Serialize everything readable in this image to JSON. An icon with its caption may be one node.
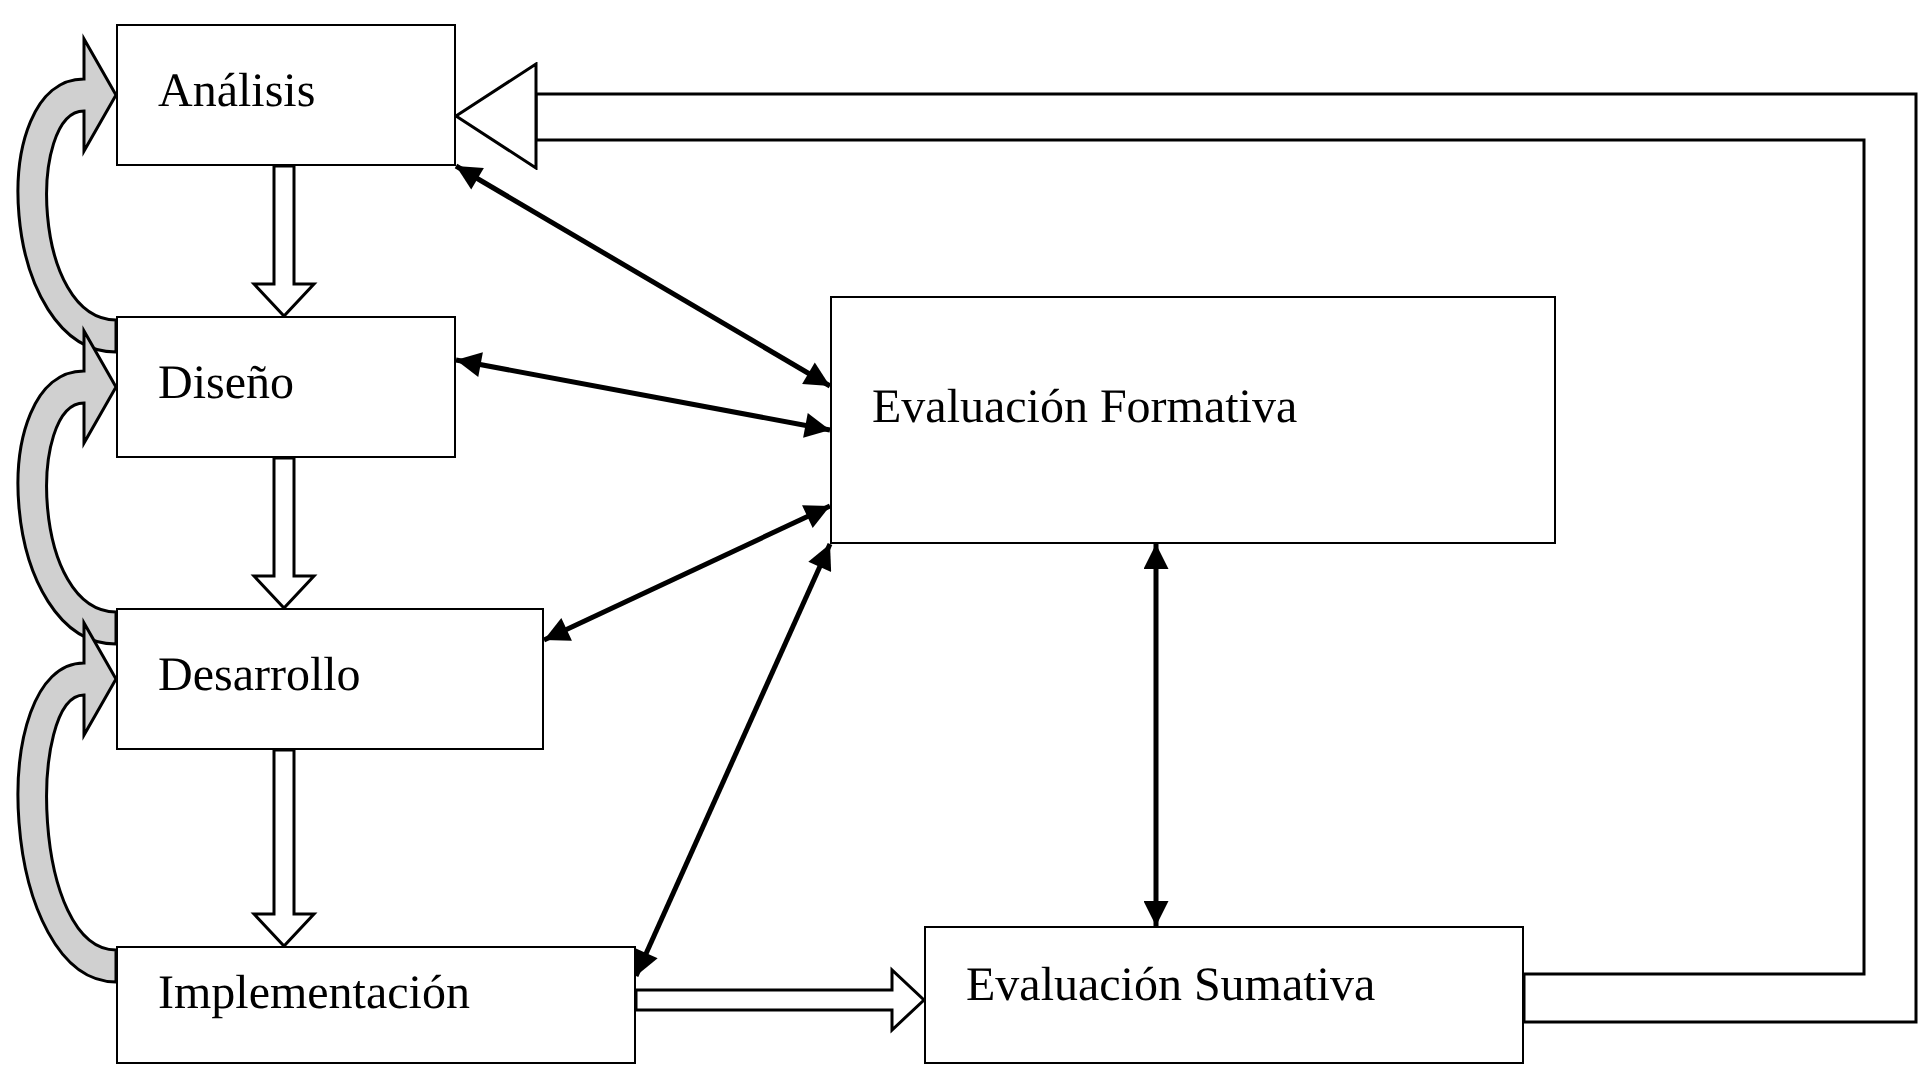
{
  "diagram": {
    "nodes": [
      {
        "text": [
          "Análisis"
        ]
      },
      {
        "text": [
          "Diseño"
        ]
      },
      {
        "text": [
          "Evaluación Formativa"
        ]
      },
      {
        "text": [
          "Desarrollo"
        ]
      },
      {
        "text": [
          "Implementación"
        ]
      },
      {
        "text": [
          "Evaluación Sumativa"
        ]
      }
    ],
    "edges": [
      {
        "from": 0,
        "to": 1,
        "arrow": "to"
      },
      {
        "from": 1,
        "to": 3,
        "arrow": "to"
      },
      {
        "from": 3,
        "to": 4,
        "arrow": "to"
      },
      {
        "from": 4,
        "to": 5,
        "arrow": "to"
      },
      {
        "from": 5,
        "to": 0,
        "arrow": "to"
      },
      {
        "from": 1,
        "to": 0,
        "arrow": "to"
      },
      {
        "from": 3,
        "to": 1,
        "arrow": "to"
      },
      {
        "from": 4,
        "to": 3,
        "arrow": "to"
      },
      {
        "from": 0,
        "to": 2,
        "arrow": "both"
      },
      {
        "from": 1,
        "to": 2,
        "arrow": "both"
      },
      {
        "from": 3,
        "to": 2,
        "arrow": "both"
      },
      {
        "from": 4,
        "to": 2,
        "arrow": "both"
      },
      {
        "from": 2,
        "to": 5,
        "arrow": "both"
      }
    ]
  }
}
